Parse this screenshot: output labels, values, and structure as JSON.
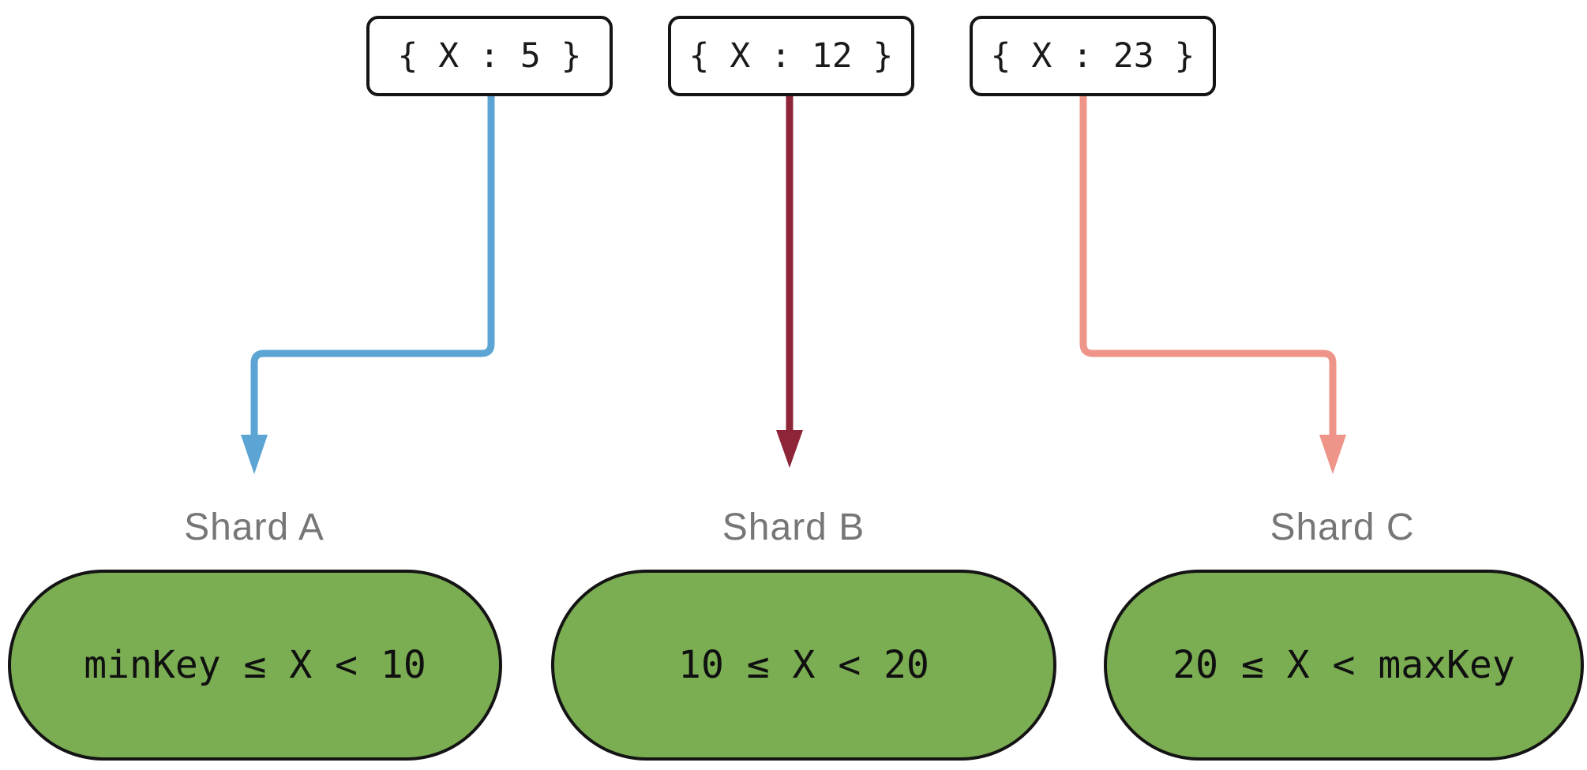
{
  "documents": [
    {
      "text": "{ X : 5 }"
    },
    {
      "text": "{ X : 12 }"
    },
    {
      "text": "{ X : 23 }"
    }
  ],
  "shards": [
    {
      "label": "Shard A",
      "range": "minKey ≤ X < 10"
    },
    {
      "label": "Shard B",
      "range": "10 ≤ X < 20"
    },
    {
      "label": "Shard C",
      "range": "20 ≤ X < maxKey"
    }
  ],
  "colors": {
    "arrow_to_shard_a": "#5ba4d4",
    "arrow_to_shard_b": "#8e2437",
    "arrow_to_shard_c": "#ee9488",
    "shard_fill": "#7bad52",
    "shard_label_gray": "#767676"
  }
}
